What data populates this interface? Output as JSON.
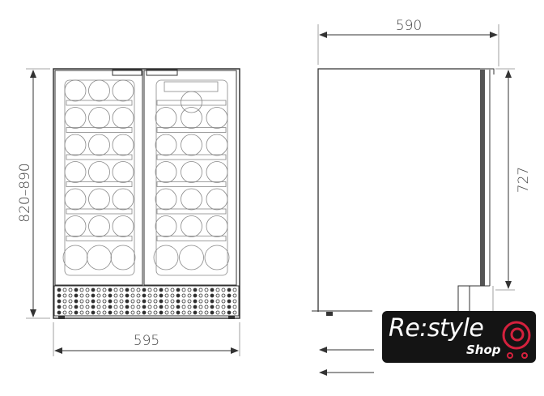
{
  "front_view": {
    "height_label": "820–890",
    "width_label": "595"
  },
  "side_view": {
    "depth_label": "590",
    "door_height_label": "727"
  },
  "logo": {
    "main_text": "Re:style",
    "sub_text": "Shop",
    "accent_color": "#d4213d"
  }
}
